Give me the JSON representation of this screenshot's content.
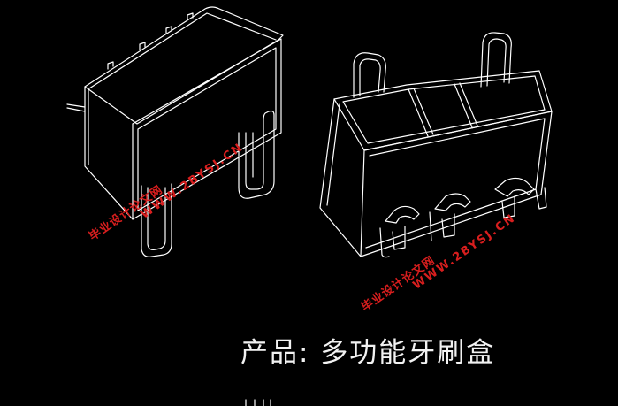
{
  "product": {
    "label": "产品:",
    "name": "多功能牙刷盒"
  },
  "watermarks": [
    {
      "cn": "毕业设计论文网",
      "url": "WWW.2BYSJ.CN"
    },
    {
      "cn": "毕业设计论文网",
      "url": "WWW.2BYSJ.CN"
    }
  ],
  "colors": {
    "background": "#000000",
    "lines": "#ffffff",
    "watermark": "#d81e1e"
  }
}
